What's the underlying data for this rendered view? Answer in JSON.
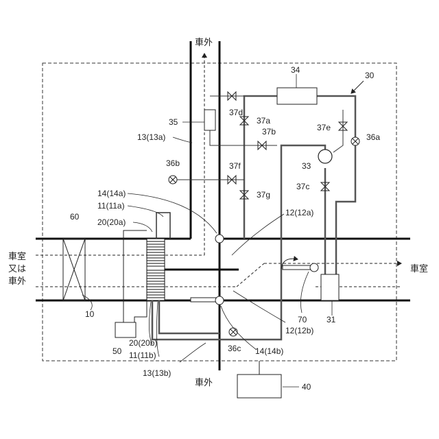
{
  "labels": {
    "outside_top": "車外",
    "outside_bottom": "車外",
    "cabin_right": "車室",
    "cabin_or_outside_1": "車室",
    "cabin_or_outside_2": "又は",
    "cabin_or_outside_3": "車外",
    "l30": "30",
    "l34": "34",
    "l35": "35",
    "l37d": "37d",
    "l37a": "37a",
    "l37b": "37b",
    "l37e": "37e",
    "l36a": "36a",
    "l13a": "13(13a)",
    "l36b": "36b",
    "l37f": "37f",
    "l33": "33",
    "l37c": "37c",
    "l14a": "14(14a)",
    "l37g": "37g",
    "l11a": "11(11a)",
    "l12a": "12(12a)",
    "l20a": "20(20a)",
    "l60": "60",
    "l70": "70",
    "l31": "31",
    "l10": "10",
    "l12b": "12(12b)",
    "l50": "50",
    "l20b": "20(20b)",
    "l11b": "11(11b)",
    "l36c": "36c",
    "l14b": "14(14b)",
    "l13b": "13(13b)",
    "l40": "40"
  }
}
